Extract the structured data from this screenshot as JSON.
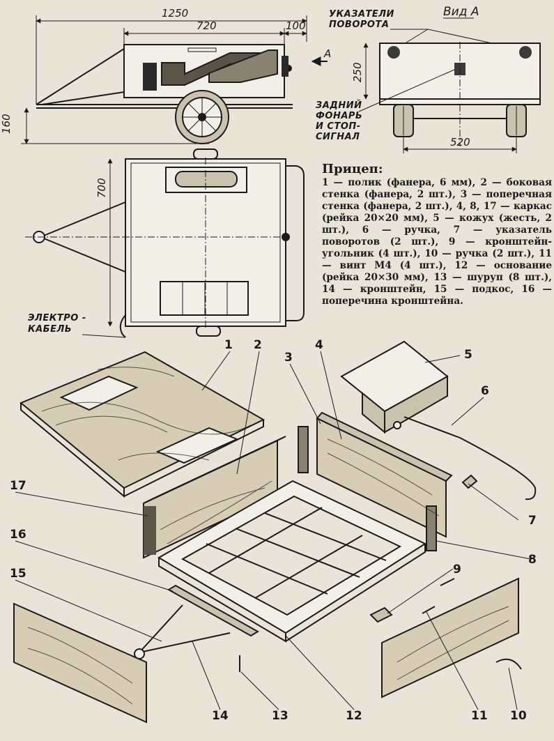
{
  "top_view": {
    "dim_total": "1250",
    "dim_body": "720",
    "dim_tail": "100",
    "dim_height": "160",
    "arrow_label": "A"
  },
  "view_a": {
    "title": "Вид А",
    "turn_signals_line1": "УКАЗАТЕЛИ",
    "turn_signals_line2": "ПОВОРОТА",
    "dim_height": "250",
    "dim_width": "520",
    "rear_lamp_line1": "ЗАДНИЙ",
    "rear_lamp_line2": "ФОНАРЬ",
    "rear_lamp_line3": "И СТОП-",
    "rear_lamp_line4": "СИГНАЛ"
  },
  "plan_view": {
    "dim_length": "700",
    "cable_line1": "ЭЛЕКТРО -",
    "cable_line2": "КАБЕЛЬ"
  },
  "caption": {
    "title": "Прицеп:",
    "text": "1 — полик (фанера, 6 мм), 2 — боковая стенка (фанера, 2 шт.), 3 — поперечная стенка (фанера, 2 шт.), 4, 8, 17 — каркас (рейка 20×20 мм), 5 — кожух (жесть, 2 шт.), 6 — ручка, 7 — указатель поворотов (2 шт.), 9 — кронштейн-угольник (4 шт.), 10 — ручка (2 шт.), 11 — винт М4 (4 шт.), 12 — основание (рейка 20×30 мм), 13 — шуруп (8 шт.), 14 — кронштейн, 15 — подкос, 16 — поперечина кронштейна."
  },
  "part_numbers": {
    "n1": "1",
    "n2": "2",
    "n3": "3",
    "n4": "4",
    "n5": "5",
    "n6": "6",
    "n7": "7",
    "n8": "8",
    "n9": "9",
    "n10": "10",
    "n11": "11",
    "n12": "12",
    "n13": "13",
    "n14": "14",
    "n15": "15",
    "n16": "16",
    "n17": "17"
  }
}
